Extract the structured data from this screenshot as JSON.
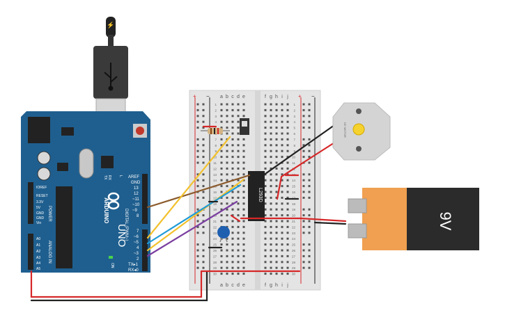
{
  "arduino": {
    "brand": "ARDUINO",
    "model": "UNO",
    "power_label": "POWER",
    "analog_label": "ANALOG IN",
    "digital_label": "DIGITAL (PWM~)",
    "on_label": "ON",
    "tx_label": "TX",
    "rx_label": "RX",
    "l_label": "L",
    "power_pins": [
      "IOREF",
      "RESET",
      "3.3V",
      "5V",
      "GND",
      "GND",
      "Vin"
    ],
    "analog_pins": [
      "A0",
      "A1",
      "A2",
      "A3",
      "A4",
      "A5"
    ],
    "top_pins": [
      "AREF",
      "GND",
      "13",
      "12",
      "~11",
      "~10",
      "~9",
      "8"
    ],
    "bottom_pins": [
      "7",
      "~6",
      "~5",
      "4",
      "~3",
      "2",
      "TX▸1",
      "RX◂0"
    ]
  },
  "breadboard": {
    "columns_left": [
      "a",
      "b",
      "c",
      "d",
      "e"
    ],
    "columns_right": [
      "f",
      "g",
      "h",
      "i",
      "j"
    ],
    "rail_plus": "+",
    "rail_minus": "−",
    "row_numbers": [
      "1",
      "2",
      "3",
      "4",
      "5",
      "6",
      "7",
      "8",
      "9",
      "10",
      "11",
      "12",
      "13",
      "14",
      "15",
      "16",
      "17",
      "18",
      "19",
      "20",
      "21",
      "22",
      "23",
      "24",
      "25",
      "26",
      "27",
      "28",
      "29",
      "30"
    ]
  },
  "ic": {
    "label": "L293D"
  },
  "motor": {
    "label": "DC MOTOR"
  },
  "battery": {
    "label": "9V"
  },
  "colors": {
    "board_blue": "#1f5f8f",
    "wire_red": "#d62728",
    "wire_black": "#222222",
    "wire_yellow": "#f2c12e",
    "wire_blue": "#1f9bd7",
    "wire_purple": "#7b3fa0",
    "wire_brown": "#8b5a2b",
    "battery_orange": "#f0a050"
  }
}
